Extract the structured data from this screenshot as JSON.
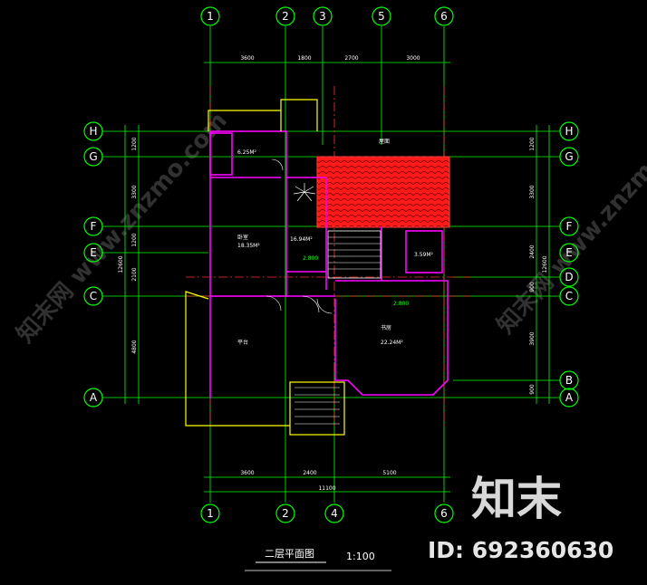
{
  "grid_top": [
    "1",
    "2",
    "3",
    "5",
    "6"
  ],
  "grid_bottom": [
    "1",
    "2",
    "4",
    "6"
  ],
  "grid_left": [
    "H",
    "G",
    "F",
    "E",
    "C",
    "A"
  ],
  "grid_right": [
    "H",
    "G",
    "F",
    "E",
    "D",
    "C",
    "B",
    "A"
  ],
  "dims_top": [
    "3600",
    "1800",
    "2700",
    "3000"
  ],
  "dims_bottom": [
    "3600",
    "2400",
    "5100"
  ],
  "dim_bottom_total": "11100",
  "dims_left": [
    "1200",
    "3300",
    "1200",
    "2100",
    "4800"
  ],
  "dim_left_total": "12600",
  "dims_right": [
    "1200",
    "3300",
    "2400",
    "900",
    "3900",
    "900"
  ],
  "dim_right_total": "12600",
  "rooms": {
    "bath_top_area": "6.25M²",
    "bedroom_name": "卧室",
    "bedroom_area": "18.35M²",
    "stair_area": "16.94M²",
    "bath_right_area": "3.59M²",
    "terrace_name": "平台",
    "study_name": "书房",
    "study_area": "22.24M²",
    "roof_label": "屋面"
  },
  "levels": {
    "level_stair": "2.800",
    "level_study": "2.800"
  },
  "title": "二层平面图",
  "scale": "1:100",
  "watermark": {
    "brand": "知末",
    "id": "ID: 692360630",
    "diagonal_left": "知末网 www.znzmo.com",
    "diagonal_right": "知末网 www.znzmo.com"
  },
  "colors": {
    "background": "#000000",
    "grid": "#00ff00",
    "walls": "#ff00ff",
    "roof": "#ff2020",
    "axis": "#ff3030",
    "outline": "#ffff00"
  }
}
